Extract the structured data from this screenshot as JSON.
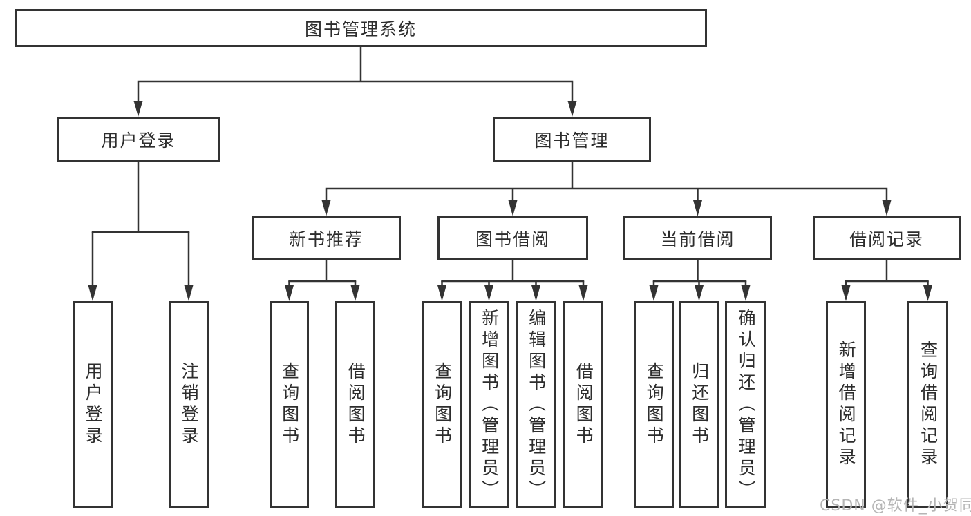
{
  "root": {
    "label": "图书管理系统"
  },
  "branches": [
    {
      "label": "用户登录",
      "children": [
        {
          "label": "用户登录"
        },
        {
          "label": "注销登录"
        }
      ]
    },
    {
      "label": "图书管理",
      "children": [
        {
          "label": "新书推荐",
          "children": [
            {
              "label": "查询图书"
            },
            {
              "label": "借阅图书"
            }
          ]
        },
        {
          "label": "图书借阅",
          "children": [
            {
              "label": "查询图书"
            },
            {
              "label": "新增图书（管理员）"
            },
            {
              "label": "编辑图书（管理员）"
            },
            {
              "label": "借阅图书"
            }
          ]
        },
        {
          "label": "当前借阅",
          "children": [
            {
              "label": "查询图书"
            },
            {
              "label": "归还图书"
            },
            {
              "label": "确认归还（管理员）"
            }
          ]
        },
        {
          "label": "借阅记录",
          "children": [
            {
              "label": "新增借阅记录"
            },
            {
              "label": "查询借阅记录"
            }
          ]
        }
      ]
    }
  ],
  "watermark": {
    "text": "CSDN @软件_小贺同学",
    "color": "#b5b5b5"
  },
  "colors": {
    "line": "#333333",
    "box_border": "#333333",
    "text": "#2d2d2d",
    "background": "#ffffff",
    "watermark": "#b5b5b5"
  }
}
